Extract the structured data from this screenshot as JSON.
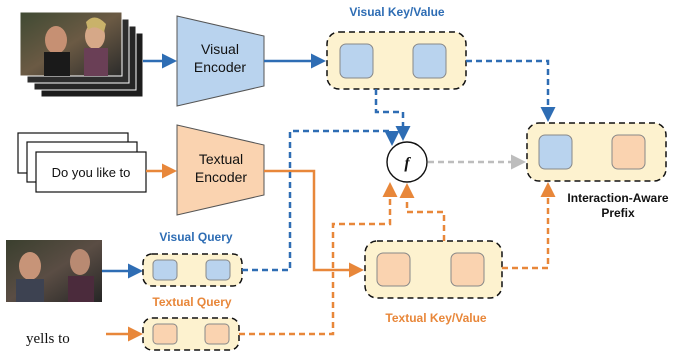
{
  "encoders": {
    "visual_line1": "Visual",
    "visual_line2": "Encoder",
    "textual_line1": "Textual",
    "textual_line2": "Encoder"
  },
  "labels": {
    "visual_kv": "Visual Key/Value",
    "visual_query": "Visual Query",
    "textual_query": "Textual Query",
    "textual_kv": "Textual Key/Value",
    "prefix_line1": "Interaction-Aware",
    "prefix_line2": "Prefix",
    "fusion": "f"
  },
  "inputs": {
    "doc_text": "Do you like to",
    "query_text": "yells to"
  },
  "colors": {
    "blue": "#2e6db4",
    "orange": "#e8873a",
    "gray": "#bdbdbd",
    "visual_fill": "#b9d3ee",
    "textual_fill": "#fad3b0",
    "container_fill": "#fdf2cf"
  }
}
